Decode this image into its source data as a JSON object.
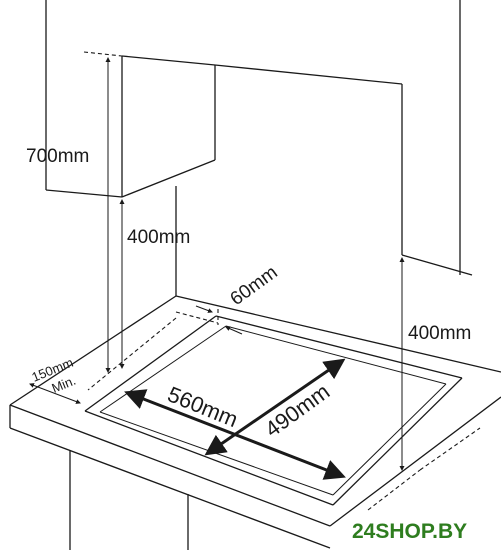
{
  "dimensions": {
    "wall_cabinet_height": "700mm",
    "cabinet_clearance": "400mm",
    "side_clearance": "400mm",
    "rear_gap": "60mm",
    "front_gap_value": "150mm",
    "front_gap_note": "Min.",
    "cutout_width": "560mm",
    "cutout_depth": "490mm"
  },
  "watermark": "24SHOP.BY",
  "colors": {
    "line": "#1a1a1a",
    "watermark": "#2e7d1f",
    "background": "#ffffff"
  }
}
